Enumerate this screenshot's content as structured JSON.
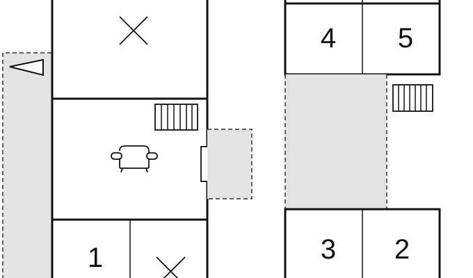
{
  "colors": {
    "wall": "#111111",
    "terrace": "#e3e3e3",
    "background": "#ffffff"
  },
  "rooms": {
    "bedroom_1": {
      "number": "1"
    },
    "bedroom_2": {
      "number": "2"
    },
    "bedroom_3": {
      "number": "3"
    },
    "bedroom_4": {
      "number": "4"
    },
    "bedroom_5": {
      "number": "5"
    }
  },
  "icons": [
    "x-mark-icon",
    "armchair-icon",
    "radiator-icon",
    "door-icon",
    "direction-arrow-icon"
  ]
}
